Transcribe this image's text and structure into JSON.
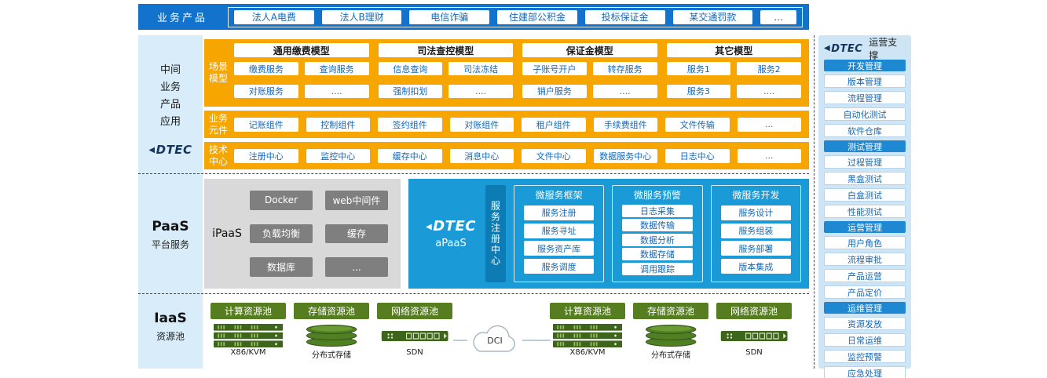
{
  "colors": {
    "topbar_blue": "#1373cc",
    "orange": "#f7a600",
    "apaas_blue": "#1a9bd7",
    "apaas_tab_blue": "#0e7cb4",
    "iaas_green": "#567d1f",
    "iaas_dark_green": "#3e651c",
    "left_rail_bg": "#d9ecf9",
    "sidebar_bg": "#cde5f5",
    "item_text_blue": "#1467b8",
    "brand_navy": "#16355e",
    "ipaas_gray": "#d9d9d9",
    "ipaas_button_gray": "#7f7f7f"
  },
  "icons": {
    "triangle": "◀"
  },
  "top_bar": {
    "label": "业务产品",
    "products": [
      "法人A电费",
      "法人B理财",
      "电信诈骗",
      "住建部公积金",
      "投标保证金",
      "某交通罚款",
      "..."
    ]
  },
  "left_rail": {
    "middle_lines": [
      "中间",
      "业务",
      "产品",
      "应用"
    ],
    "logo_text": "DTEC",
    "paas_title": "PaaS",
    "paas_sub": "平台服务",
    "iaas_title": "IaaS",
    "iaas_sub": "资源池"
  },
  "middleware": {
    "scene_label": [
      "场景",
      "模型"
    ],
    "scene_groups": [
      {
        "title": "通用缴费模型",
        "items": [
          "缴费服务",
          "查询服务",
          "对账服务",
          "...."
        ]
      },
      {
        "title": "司法查控模型",
        "items": [
          "信息查询",
          "司法冻结",
          "强制扣划",
          "...."
        ]
      },
      {
        "title": "保证金模型",
        "items": [
          "子账号开户",
          "转存服务",
          "销户服务",
          "...."
        ]
      },
      {
        "title": "其它模型",
        "items": [
          "服务1",
          "服务2",
          "服务3",
          "...."
        ]
      }
    ],
    "biz_label": [
      "业务",
      "元件"
    ],
    "biz_items": [
      "记账组件",
      "控制组件",
      "签约组件",
      "对账组件",
      "租户组件",
      "手续费组件",
      "文件传输",
      "..."
    ],
    "tech_label": [
      "技术",
      "中心"
    ],
    "tech_items": [
      "注册中心",
      "监控中心",
      "缓存中心",
      "消息中心",
      "文件中心",
      "数据服务中心",
      "日志中心",
      "..."
    ]
  },
  "paas": {
    "ipaas_label": "iPaaS",
    "ipaas_items": [
      "Docker",
      "web中间件",
      "负载均衡",
      "缓存",
      "数据库",
      "..."
    ],
    "logo_text": "DTEC",
    "apaas_label": "aPaaS",
    "registry_tab": "服务注册中心",
    "columns": [
      {
        "title": "微服务框架",
        "items": [
          "服务注册",
          "服务寻址",
          "服务资产库",
          "服务调度"
        ]
      },
      {
        "title": "微服务预警",
        "items": [
          "日志采集",
          "数据传输",
          "数据分析",
          "数据存储",
          "调用跟踪"
        ]
      },
      {
        "title": "微服务开发",
        "items": [
          "服务设计",
          "服务组装",
          "服务部署",
          "版本集成"
        ]
      }
    ]
  },
  "iaas": {
    "pools": [
      "计算资源池",
      "存储资源池",
      "网络资源池"
    ],
    "server_labels": [
      "X86/KVM",
      "分布式存储",
      "SDN"
    ],
    "dci_label": "DCI"
  },
  "sidebar": {
    "logo_text": "DTEC",
    "title": "运营支撑",
    "groups": [
      {
        "title": "开发管理",
        "items": [
          "版本管理",
          "流程管理",
          "自动化测试",
          "软件仓库"
        ]
      },
      {
        "title": "测试管理",
        "items": [
          "过程管理",
          "黑盒测试",
          "白盒测试",
          "性能测试"
        ]
      },
      {
        "title": "运营管理",
        "items": [
          "用户角色",
          "流程审批",
          "产品运营",
          "产品定价"
        ]
      },
      {
        "title": "运维管理",
        "items": [
          "资源发放",
          "日常运维",
          "监控预警",
          "应急处理"
        ]
      }
    ]
  }
}
